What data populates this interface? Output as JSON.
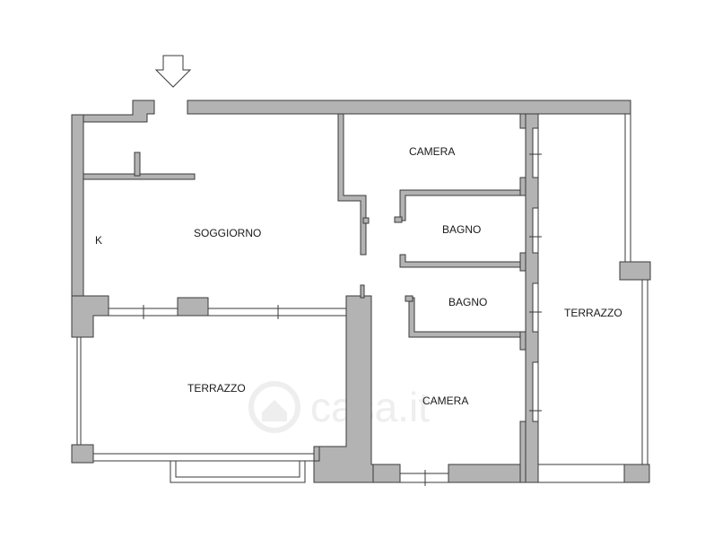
{
  "rooms": {
    "camera_top": "CAMERA",
    "bagno_top": "BAGNO",
    "soggiorno": "SOGGIORNO",
    "kitchen": "K",
    "bagno_bottom": "BAGNO",
    "terrazzo_right": "TERRAZZO",
    "terrazzo_bottom": "TERRAZZO",
    "camera_bottom": "CAMERA"
  },
  "watermark": "casa.it",
  "colors": {
    "wall": "#b3b3b3",
    "outline": "#3a3a3a",
    "watermark": "#eeeeee"
  },
  "icons": {
    "entrance": "arrow-down-icon",
    "watermark_logo": "house-icon"
  }
}
